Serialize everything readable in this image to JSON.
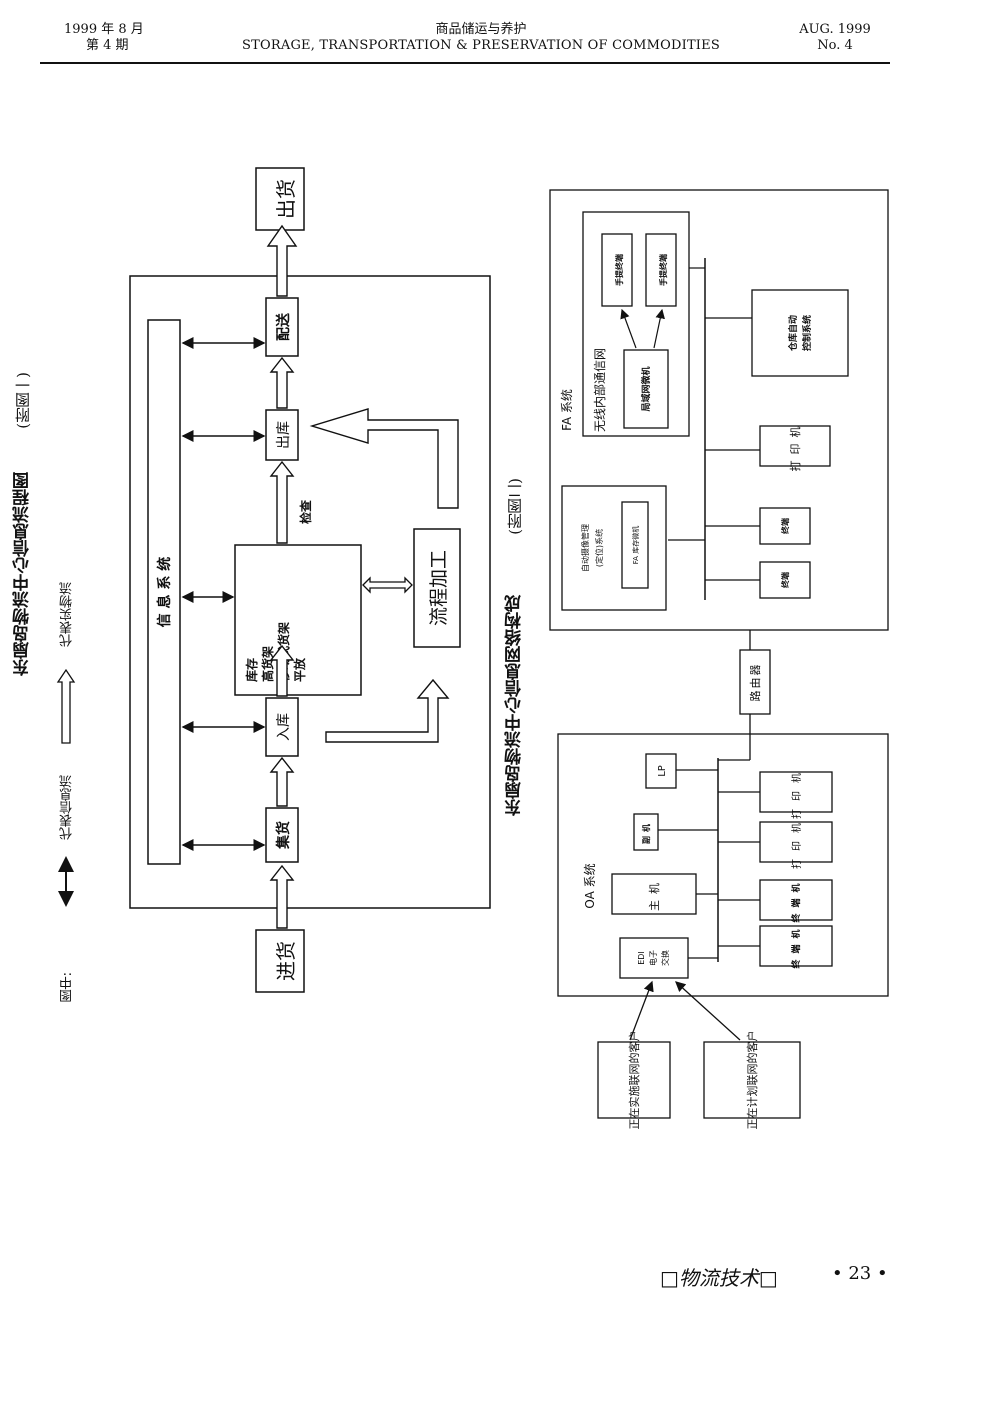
{
  "header": {
    "left_line1": "1999 年 8 月",
    "left_line2": "第 4 期",
    "center_line1": "商品储运与养护",
    "center_line2": "STORAGE, TRANSPORTATION & PRESERVATION OF COMMODITIES",
    "right_line1": "AUG. 1999",
    "right_line2": "No. 4"
  },
  "figure1": {
    "title": "东扇岛物流中心信息流程图",
    "label": "(附图一)",
    "legend_prefix": "图中:",
    "legend_info": "代表信息流",
    "legend_goods": "代表实物流",
    "info_system": "信 息 系 统",
    "nodes": {
      "jinhuo": "进货",
      "jihuo": "集货",
      "ruku": "入库",
      "storage_1": "库存",
      "storage_2": "高货架",
      "storage_3": "移动式货架",
      "storage_4": "平放",
      "liucheng": "流程加工",
      "jiancha": "检查",
      "chuku": "出库",
      "peisong": "配送",
      "chuhuo": "出货"
    }
  },
  "figure2": {
    "title": "东扇岛物流中心信息网络构成",
    "label": "(附图二)",
    "fa": {
      "label": "FA 系统",
      "wireless": "无线内部通信网",
      "lan": "局域网微机",
      "handheld1": "手提终端",
      "handheld2": "手提终端",
      "warehouse_ctrl_1": "仓库自动",
      "warehouse_ctrl_2": "控制系统",
      "printer": "打印机",
      "auto_mgmt_1": "自动摄像管理",
      "auto_mgmt_2": "(定位)系统",
      "fa_pc": "FA 库存微机",
      "terminal1": "终端",
      "terminal2": "终端"
    },
    "router": "路由器",
    "oa": {
      "label": "OA 系统",
      "lp": "LP",
      "fuji": "副机",
      "host": "主机",
      "edi_1": "EDI",
      "edi_2": "电子",
      "edi_3": "交换",
      "printer1": "打印机",
      "printer2": "打印机",
      "terminal1": "终端机",
      "terminal2": "终端机"
    },
    "client1": "正在实施联网的客户",
    "client2": "正在计划联网的客户"
  },
  "footer": {
    "section": "□物流技术□",
    "page": "• 23 •"
  }
}
